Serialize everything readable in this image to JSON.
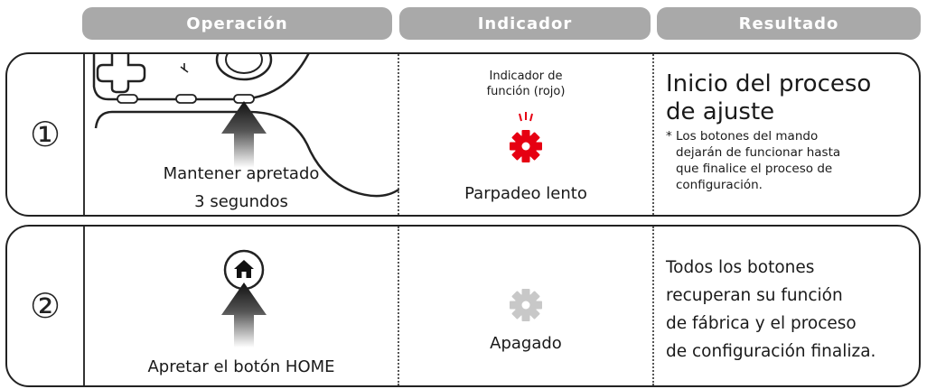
{
  "headers": {
    "operation": "Operación",
    "indicator": "Indicador",
    "result": "Resultado"
  },
  "step1": {
    "number": "①",
    "operation_line1": "Mantener apretado",
    "operation_line2": "3 segundos",
    "indicator_label_line1": "Indicador de",
    "indicator_label_line2": "función (rojo)",
    "indicator_state": "Parpadeo lento",
    "result_title_line1": "Inicio del proceso",
    "result_title_line2": "de ajuste",
    "result_note_line1": "* Los botones del mando",
    "result_note_line2": "dejarán de funcionar hasta",
    "result_note_line3": "que finalice el proceso de",
    "result_note_line4": "configuración."
  },
  "step2": {
    "number": "②",
    "operation": "Apretar el botón HOME",
    "indicator_state": "Apagado",
    "result_line1": "Todos los botones",
    "result_line2": "recuperan su función",
    "result_line3": "de fábrica y el proceso",
    "result_line4": "de configuración finaliza."
  },
  "colors": {
    "header_bg": "#a9a9a9",
    "indicator_red": "#e60012",
    "indicator_off": "#c8c8c8",
    "arrow_gradient_top": "#ffffff",
    "arrow_gradient_bottom": "#111111"
  }
}
